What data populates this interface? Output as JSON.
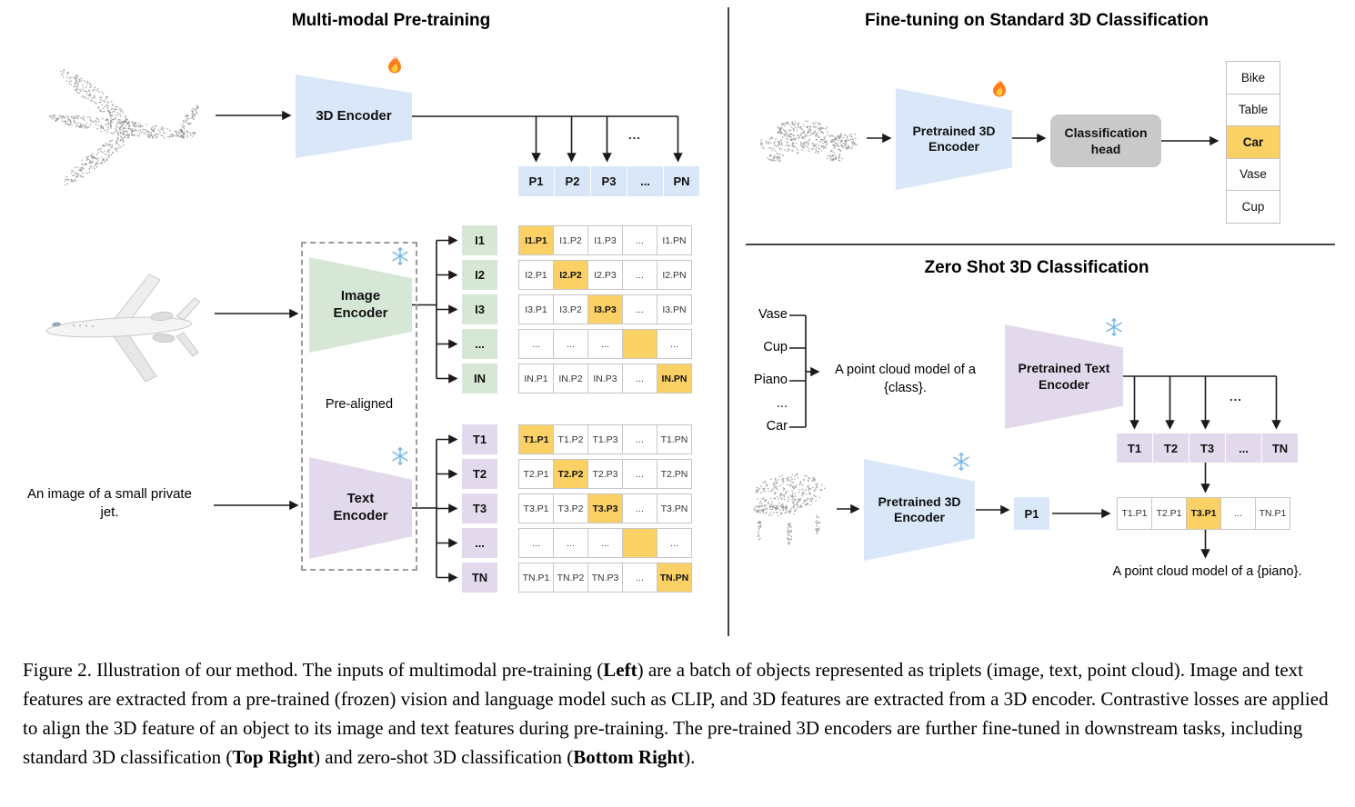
{
  "left": {
    "title": "Multi-modal Pre-training",
    "encoder_3d_label": "3D Encoder",
    "image_encoder_label": "Image Encoder",
    "text_encoder_label": "Text Encoder",
    "pre_aligned_label": "Pre-aligned",
    "text_input": "An image of a small private jet.",
    "output_dots": "...",
    "p_row": [
      "P1",
      "P2",
      "P3",
      "...",
      "PN"
    ],
    "i_labels": [
      "I1",
      "I2",
      "I3",
      "...",
      "IN"
    ],
    "t_labels": [
      "T1",
      "T2",
      "T3",
      "...",
      "TN"
    ],
    "i_matrix": [
      [
        "I1.P1",
        "I1.P2",
        "I1.P3",
        "...",
        "I1.PN"
      ],
      [
        "I2.P1",
        "I2.P2",
        "I2.P3",
        "...",
        "I2.PN"
      ],
      [
        "I3.P1",
        "I3.P2",
        "I3.P3",
        "...",
        "I3.PN"
      ],
      [
        "...",
        "...",
        "...",
        "",
        "..."
      ],
      [
        "IN.P1",
        "IN.P2",
        "IN.P3",
        "...",
        "IN.PN"
      ]
    ],
    "t_matrix": [
      [
        "T1.P1",
        "T1.P2",
        "T1.P3",
        "...",
        "T1.PN"
      ],
      [
        "T2.P1",
        "T2.P2",
        "T2.P3",
        "...",
        "T2.PN"
      ],
      [
        "T3.P1",
        "T3.P2",
        "T3.P3",
        "...",
        "T3.PN"
      ],
      [
        "...",
        "...",
        "...",
        "",
        "..."
      ],
      [
        "TN.P1",
        "TN.P2",
        "TN.P3",
        "...",
        "TN.PN"
      ]
    ]
  },
  "top_right": {
    "title": "Fine-tuning on Standard 3D Classification",
    "encoder_label": "Pretrained 3D Encoder",
    "head_label": "Classification head",
    "classes": [
      "Bike",
      "Table",
      "Car",
      "Vase",
      "Cup"
    ],
    "highlighted_class": "Car"
  },
  "bottom_right": {
    "title": "Zero Shot 3D Classification",
    "class_words": [
      "Vase",
      "Cup",
      "Piano",
      "...",
      "Car"
    ],
    "prompt": "A point cloud model of a {class}.",
    "text_encoder_label": "Pretrained Text Encoder",
    "encoder_3d_label": "Pretrained 3D Encoder",
    "t_row": [
      "T1",
      "T2",
      "T3",
      "...",
      "TN"
    ],
    "p_box": "P1",
    "output_dots": "...",
    "result_row": [
      "T1.P1",
      "T2.P1",
      "T3.P1",
      "...",
      "TN.P1"
    ],
    "highlighted_result": "T3.P1",
    "result_caption": "A point cloud model of a {piano}."
  },
  "icons": {
    "trainable": "fire-icon",
    "frozen": "snowflake-icon"
  },
  "colors": {
    "encoder_blue": "#d9e7f8",
    "encoder_green": "#d6e8d5",
    "encoder_purple": "#e3d9ec",
    "highlight_orange": "#fbd166",
    "head_gray": "#c9c9c9"
  },
  "caption": {
    "s1": "Figure 2. Illustration of our method. The inputs of multimodal pre-training (",
    "b1": "Left",
    "s2": ") are a batch of objects represented as triplets (image, text, point cloud). Image and text features are extracted from a pre-trained (frozen) vision and language model such as CLIP, and 3D features are extracted from a 3D encoder. Contrastive losses are applied to align the 3D feature of an object to its image and text features during pre-training. The pre-trained 3D encoders are further fine-tuned in downstream tasks, including standard 3D classification (",
    "b2": "Top Right",
    "s3": ") and zero-shot 3D classification (",
    "b3": "Bottom Right",
    "s4": ")."
  }
}
